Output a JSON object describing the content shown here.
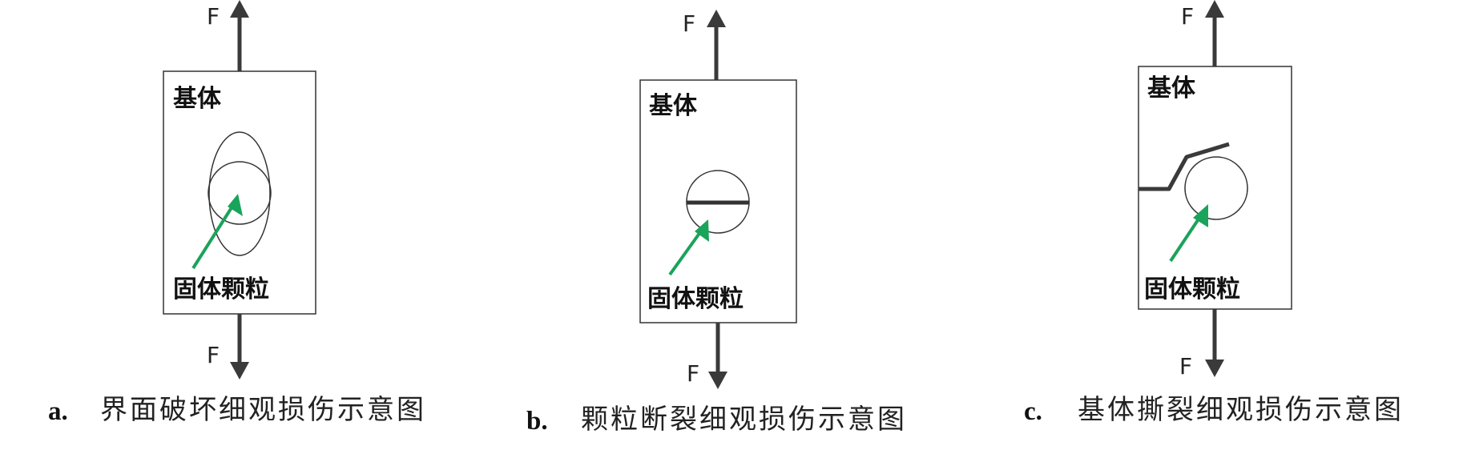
{
  "panels": [
    {
      "id": "a",
      "force_top": "F",
      "force_bottom": "F",
      "matrix_label": "基体",
      "particle_label": "固体颗粒",
      "caption_letter": "a.",
      "caption_text": "界面破坏细观损伤示意图"
    },
    {
      "id": "b",
      "force_top": "F",
      "force_bottom": "F",
      "matrix_label": "基体",
      "particle_label": "固体颗粒",
      "caption_letter": "b.",
      "caption_text": "颗粒断裂细观损伤示意图"
    },
    {
      "id": "c",
      "force_top": "F",
      "force_bottom": "F",
      "matrix_label": "基体",
      "particle_label": "固体颗粒",
      "caption_letter": "c.",
      "caption_text": "基体撕裂细观损伤示意图"
    }
  ],
  "colors": {
    "arrow": "#3a3a3a",
    "pointer": "#1aa35a",
    "outline": "#333333"
  }
}
